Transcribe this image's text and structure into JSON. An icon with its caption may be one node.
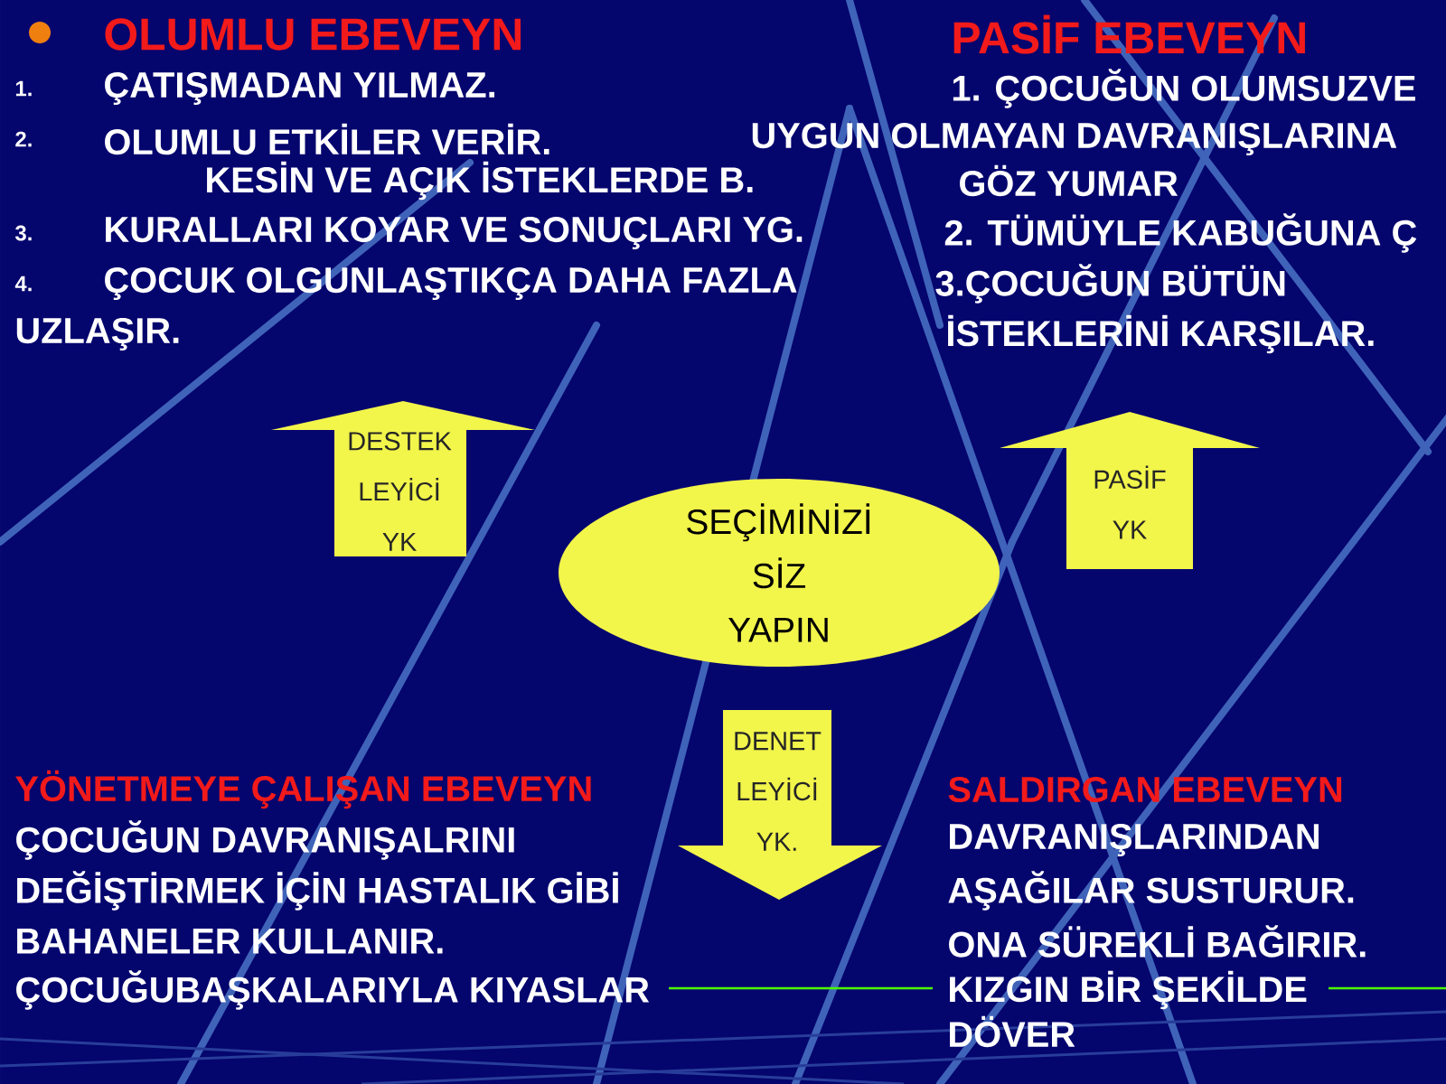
{
  "diagram": {
    "nodes": [
      {
        "text": [
          "DESTEK LEYİCİ YK"
        ]
      },
      {
        "text": [
          "SEÇİMİNİZİ SİZ YAPIN"
        ]
      },
      {
        "text": [
          "PASİF YK"
        ]
      },
      {
        "text": [
          "DENET LEYİCİ YK."
        ]
      }
    ],
    "labels": [
      "OLUMLU EBEVEYN",
      "PASİF EBEVEYN",
      "1.",
      "ÇATIŞMADAN YILMAZ.",
      "1. ÇOCUĞUN OLUMSUZVE",
      "2.",
      "OLUMLU ETKİLER VERİR.",
      "UYGUN OLMAYAN DAVRANIŞLARINA",
      "KESİN VE AÇIK İSTEKLERDE B.",
      "GÖZ YUMAR",
      "3.",
      "KURALLARI KOYAR VE SONUÇLARI YG.",
      "2. TÜMÜYLE KABUĞUNA Ç",
      "4.",
      "ÇOCUK OLGUNLAŞTIKÇA DAHA FAZLA",
      "3.ÇOCUĞUN BÜTÜN",
      "UZLAŞIR.",
      "İSTEKLERİNİ KARŞILAR.",
      "YÖNETMEYE ÇALIŞAN EBEVEYN",
      "SALDIRGAN EBEVEYN",
      "ÇOCUĞUN DAVRANIŞALRINI",
      "DAVRANIŞLARINDAN",
      "DEĞİŞTİRMEK İÇİN HASTALIK GİBİ",
      "AŞAĞILAR SUSTURUR.",
      "BAHANELER KULLANIR.",
      "ONA SÜREKLİ BAĞIRIR.",
      "ÇOCUĞUBAŞKALARIYLA KIYASLAR",
      "KIZGIN BİR ŞEKİLDE",
      "DÖVER"
    ]
  }
}
